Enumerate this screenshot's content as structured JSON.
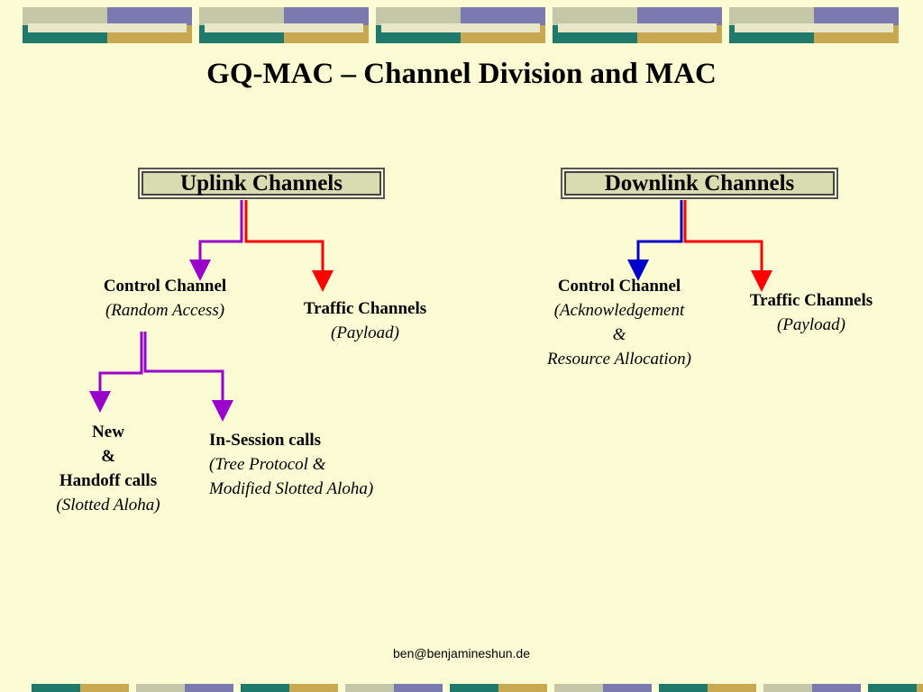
{
  "title": "GQ-MAC – Channel Division and MAC",
  "colors": {
    "background": "#fcfcd4",
    "purple": "#9900cc",
    "red": "#ff0000",
    "blue": "#0000cc",
    "band_teal": "#1f7a6c",
    "band_tan": "#c8a850",
    "band_lavender": "#7a7ab0",
    "band_sage": "#c4c8a8"
  },
  "uplink": {
    "label": "Uplink Channels",
    "control": {
      "title": "Control Channel",
      "note": "(Random Access)"
    },
    "traffic": {
      "title": "Traffic Channels",
      "note": "(Payload)"
    },
    "new_calls": {
      "line1": "New",
      "line2": "&",
      "line3": "Handoff calls",
      "note": "(Slotted Aloha)"
    },
    "in_session": {
      "title": "In-Session calls",
      "note1": "(Tree Protocol  &",
      "note2": "Modified Slotted Aloha)"
    }
  },
  "downlink": {
    "label": "Downlink Channels",
    "control": {
      "title": "Control Channel",
      "note1": "(Acknowledgement",
      "note2": "&",
      "note3": "Resource Allocation)"
    },
    "traffic": {
      "title": "Traffic Channels",
      "note": "(Payload)"
    }
  },
  "footer": "ben@benjamineshun.de"
}
